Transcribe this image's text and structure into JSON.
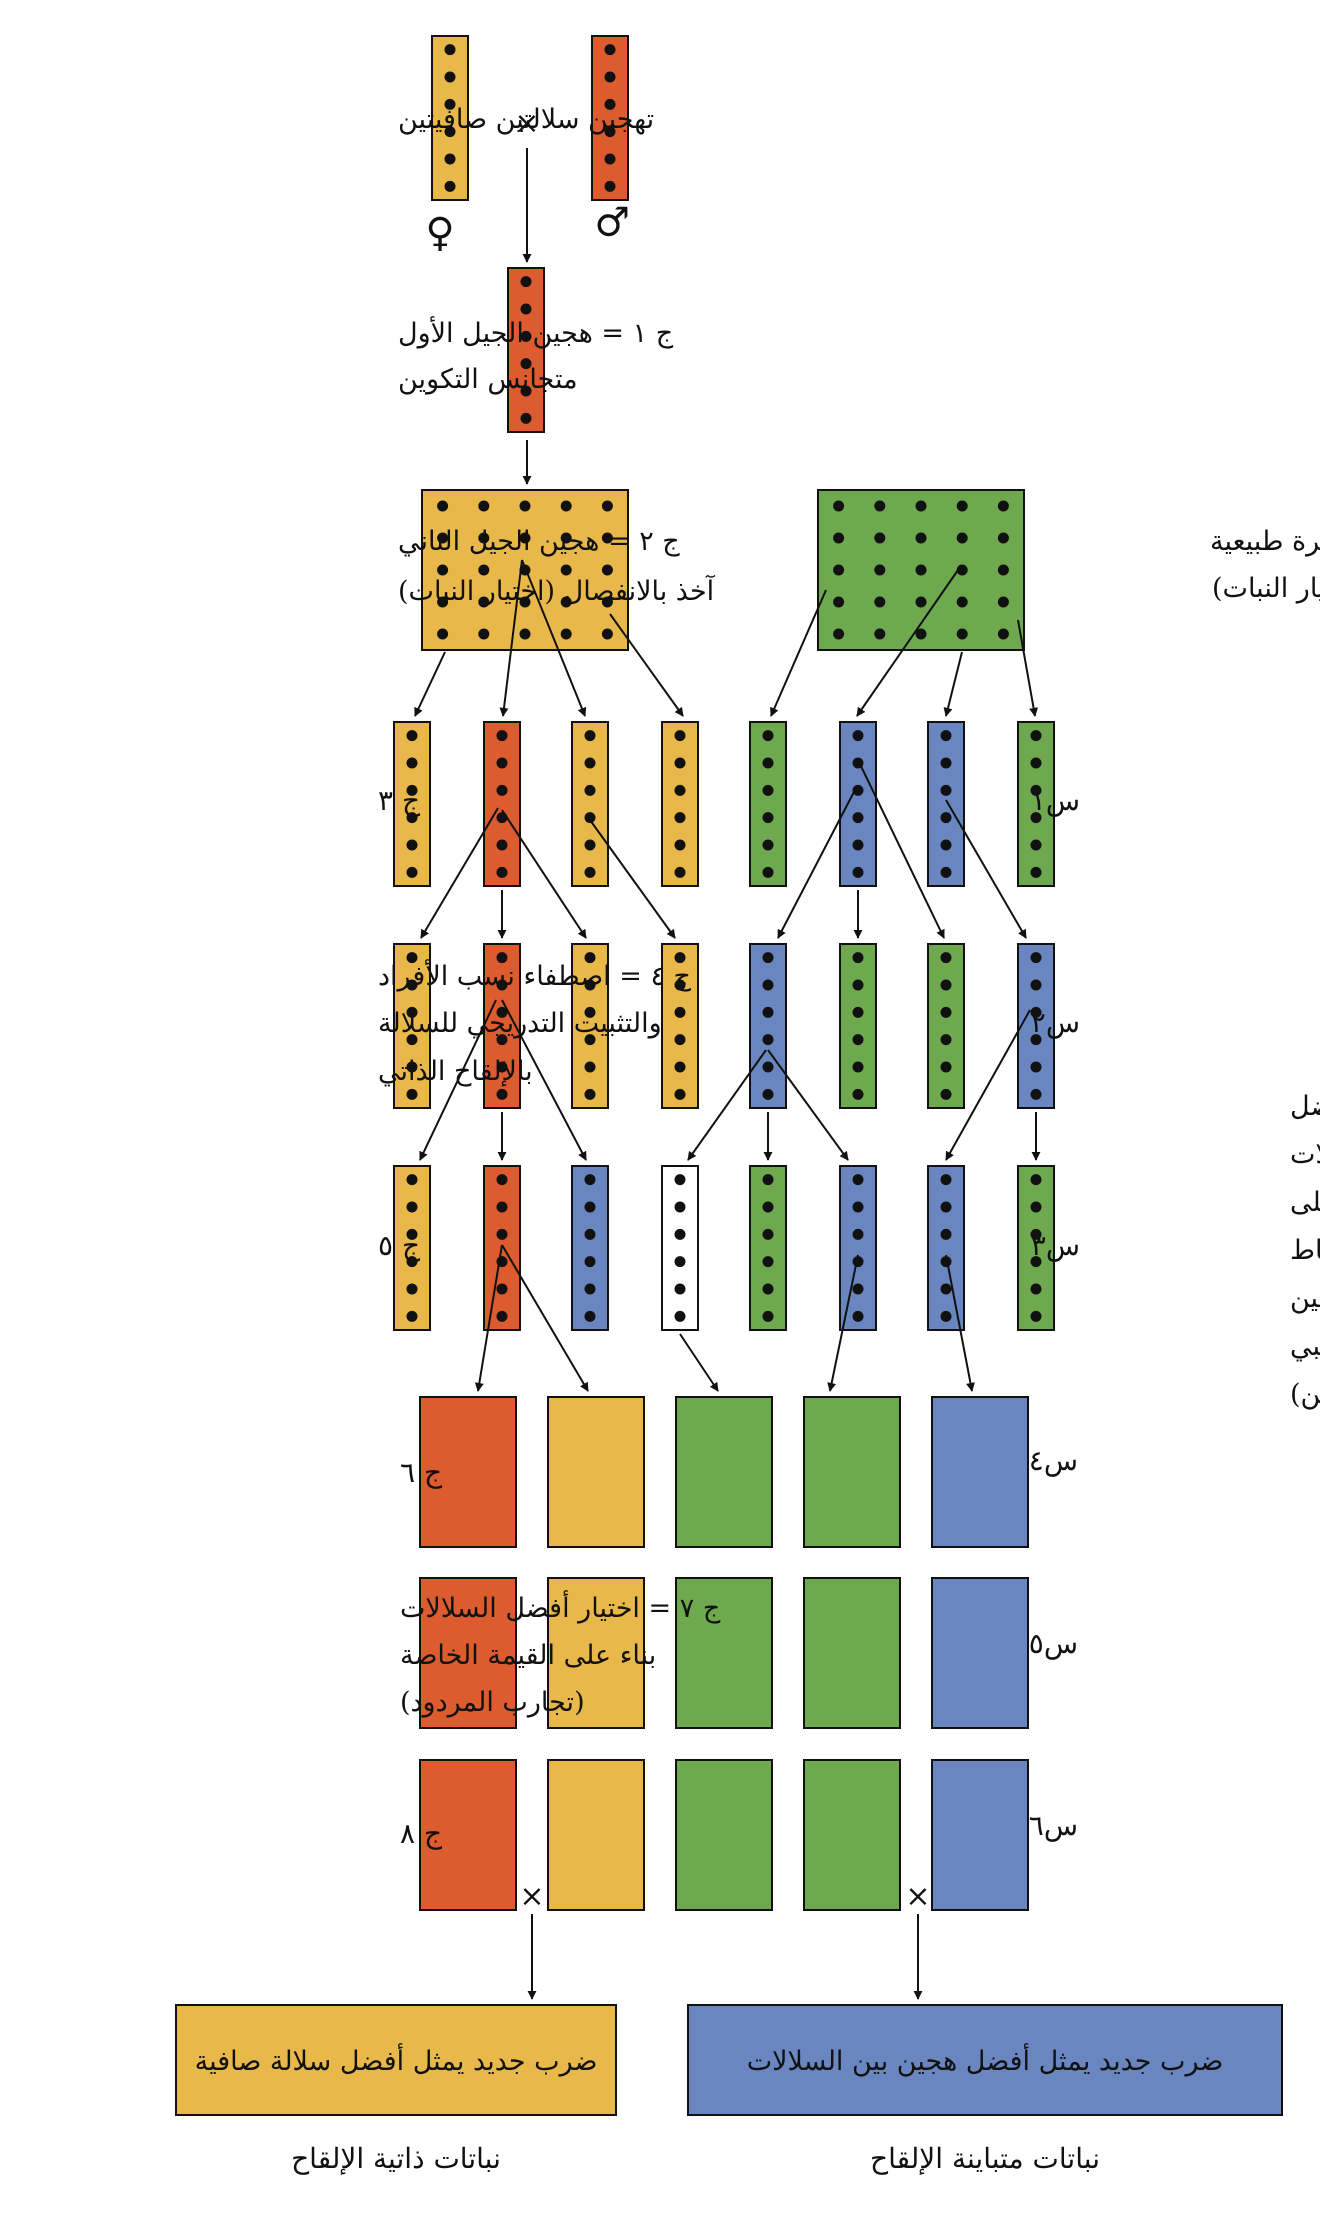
{
  "colors": {
    "orange": "#e8b84a",
    "red": "#dc5b2f",
    "green": "#6ea84f",
    "blue": "#6a86c0",
    "white": "#ffffff",
    "line": "#111111"
  },
  "symbols": {
    "cross": "×",
    "female": "♀",
    "male": "♂"
  },
  "labels": {
    "pure_cross": "تهجين سلالتين صافيتين",
    "f1_line1": "ج ١ = هجين الجيل الأول",
    "f1_line2": "متجانس التكوين",
    "f2_line1": "ج ٢ = هجين الجيل الثاني",
    "f2_line2": "آخذ بالانفصال (اختيار النبات)",
    "natural_line1": "جمهرة طبيعية",
    "natural_line2": "(اختيار النبات)",
    "f3": "ج ٣",
    "f4_line1": "ج ٤ = اصطفاء نسب الأفراد",
    "f4_line2": "والتثبيت التدريجي للسلالة",
    "f4_line3": "بالإلقاح الذاتي",
    "f5": "ج ٥",
    "f6": "ج ٦",
    "f7_line1": "ج ٧ = اختيار أفضل السلالات",
    "f7_line2": "بناء على القيمة الخاصة",
    "f7_line3": "(تجارب المردود)",
    "f8": "ج ٨",
    "s1": "س١",
    "s2": "س٢",
    "s3": "س٣",
    "s4": "س٤",
    "s5": "س٥",
    "s6": "س٦",
    "select_1": "اختيار أفضل",
    "select_2": "السلالات",
    "select_3": "س بناء على",
    "select_4": "قيمة ارتباط",
    "select_5": "الهجين",
    "select_6": "(اختيار تجريبي",
    "select_7": "للهجين)",
    "box_pure": "ضرب جديد يمثل أفضل سلالة صافية",
    "box_hybrid": "ضرب جديد يمثل أفضل هجين بين السلالات",
    "self_pollinated": "نباتات ذاتية الإلقاح",
    "cross_pollinated": "نباتات متباينة الإلقاح"
  }
}
